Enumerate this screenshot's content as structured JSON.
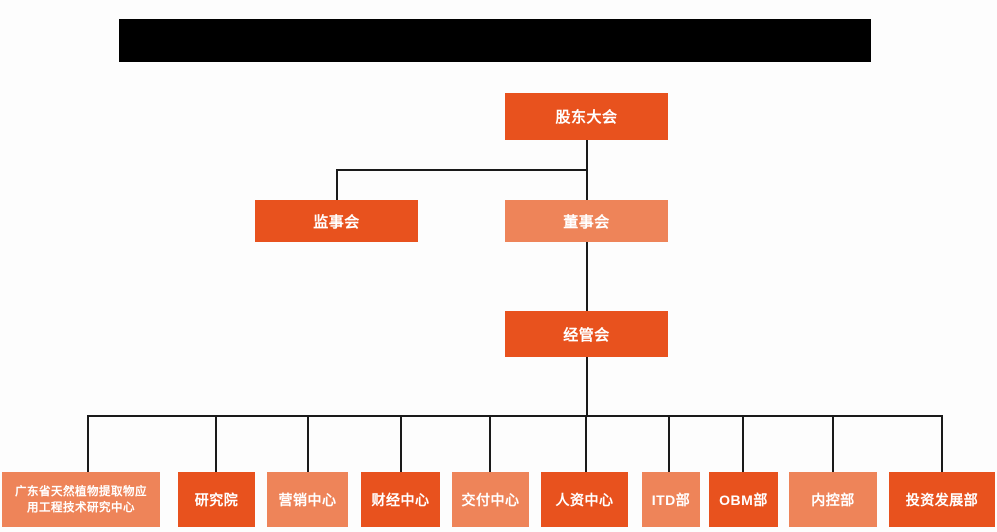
{
  "chart": {
    "type": "organization-chart",
    "title_banner": {
      "text": "",
      "color": "#000000",
      "note": "solid black bar, no legible text"
    },
    "background_color": "#fdfdfd",
    "colors": {
      "primary": "#E8521E",
      "secondary": "#EE8459",
      "connector": "#1a1a1a",
      "text": "#ffffff"
    },
    "levels": [
      {
        "level": 1,
        "nodes": [
          {
            "id": "shareholders",
            "label": "股东大会",
            "style": "primary"
          }
        ]
      },
      {
        "level": 2,
        "nodes": [
          {
            "id": "supervisors",
            "label": "监事会",
            "style": "primary"
          },
          {
            "id": "directors",
            "label": "董事会",
            "style": "secondary"
          }
        ]
      },
      {
        "level": 3,
        "nodes": [
          {
            "id": "management",
            "label": "经管会",
            "style": "primary"
          }
        ]
      },
      {
        "level": 4,
        "nodes": [
          {
            "id": "research-center",
            "label_line1": "广东省天然植物提取物应",
            "label_line2": "用工程技术研究中心",
            "style": "secondary"
          },
          {
            "id": "institute",
            "label": "研究院",
            "style": "primary"
          },
          {
            "id": "marketing",
            "label": "营销中心",
            "style": "secondary"
          },
          {
            "id": "finance",
            "label": "财经中心",
            "style": "primary"
          },
          {
            "id": "delivery",
            "label": "交付中心",
            "style": "secondary"
          },
          {
            "id": "hr",
            "label": "人资中心",
            "style": "primary"
          },
          {
            "id": "itd",
            "label": "ITD部",
            "style": "secondary"
          },
          {
            "id": "obm",
            "label": "OBM部",
            "style": "primary"
          },
          {
            "id": "internal-control",
            "label": "内控部",
            "style": "secondary"
          },
          {
            "id": "investment",
            "label": "投资发展部",
            "style": "primary"
          }
        ]
      }
    ]
  }
}
